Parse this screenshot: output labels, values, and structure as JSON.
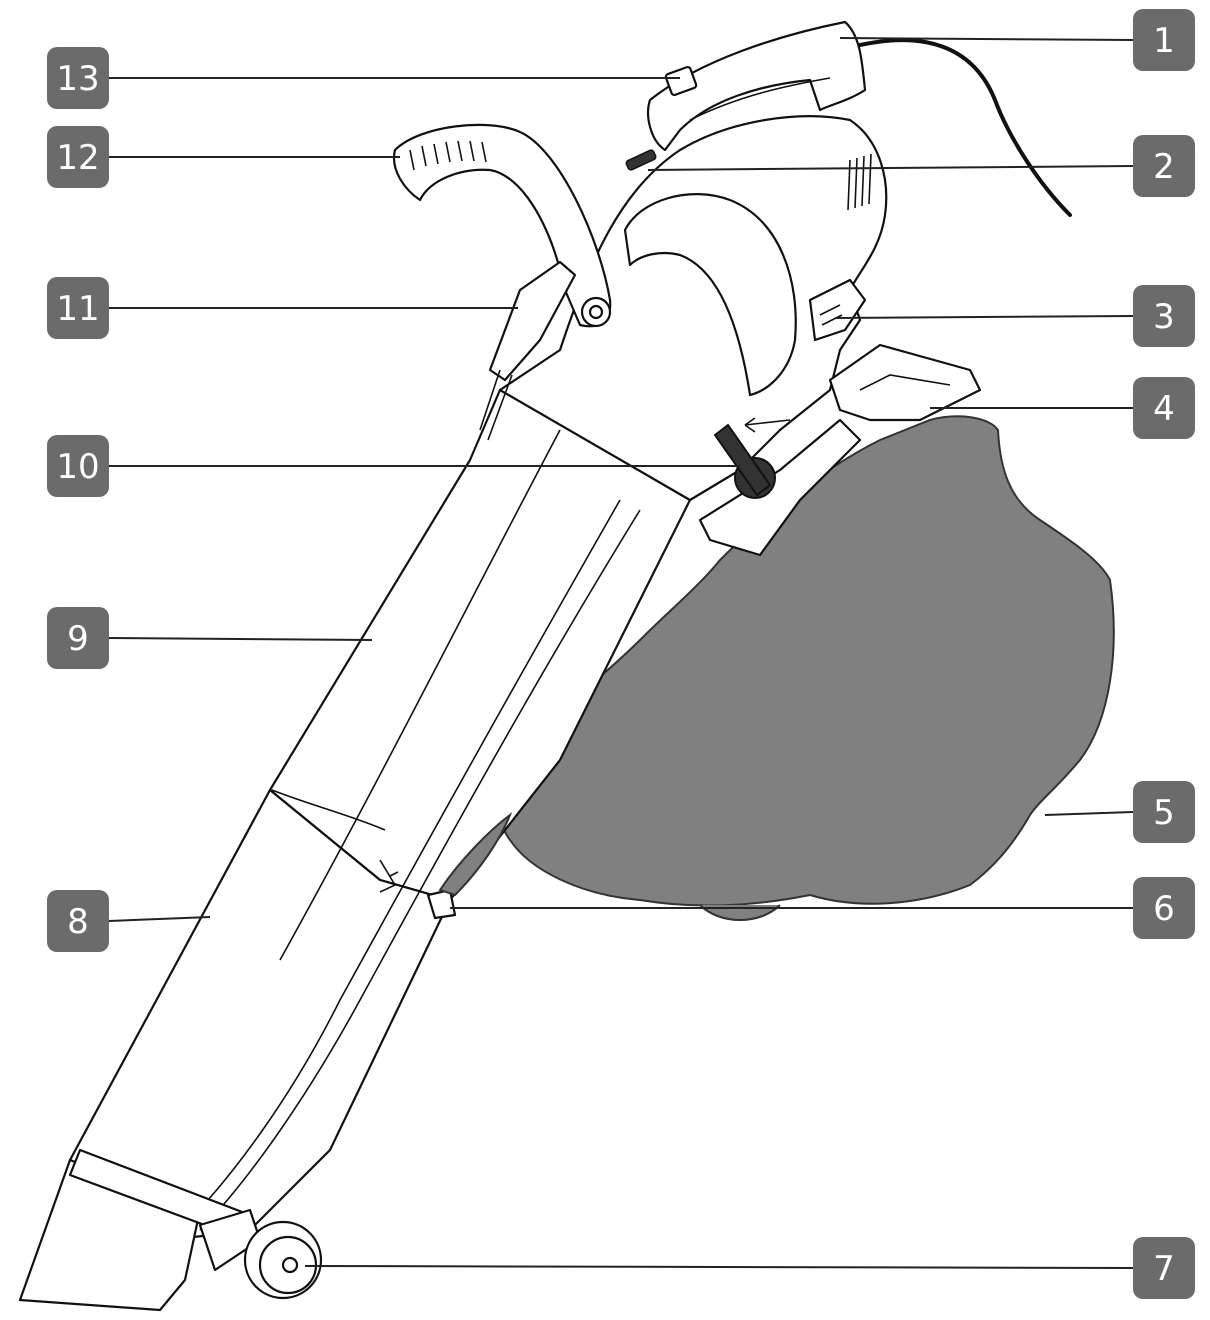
{
  "colors": {
    "badge": "#6b6b6b",
    "badge_text": "#ffffff",
    "bag": "#808080",
    "outline": "#111111"
  },
  "diagram": {
    "subject": "garden blower vacuum",
    "callouts": [
      {
        "label": "1"
      },
      {
        "label": "2"
      },
      {
        "label": "3"
      },
      {
        "label": "4"
      },
      {
        "label": "5"
      },
      {
        "label": "6"
      },
      {
        "label": "7"
      },
      {
        "label": "8"
      },
      {
        "label": "9"
      },
      {
        "label": "10"
      },
      {
        "label": "11"
      },
      {
        "label": "12"
      },
      {
        "label": "13"
      }
    ]
  }
}
